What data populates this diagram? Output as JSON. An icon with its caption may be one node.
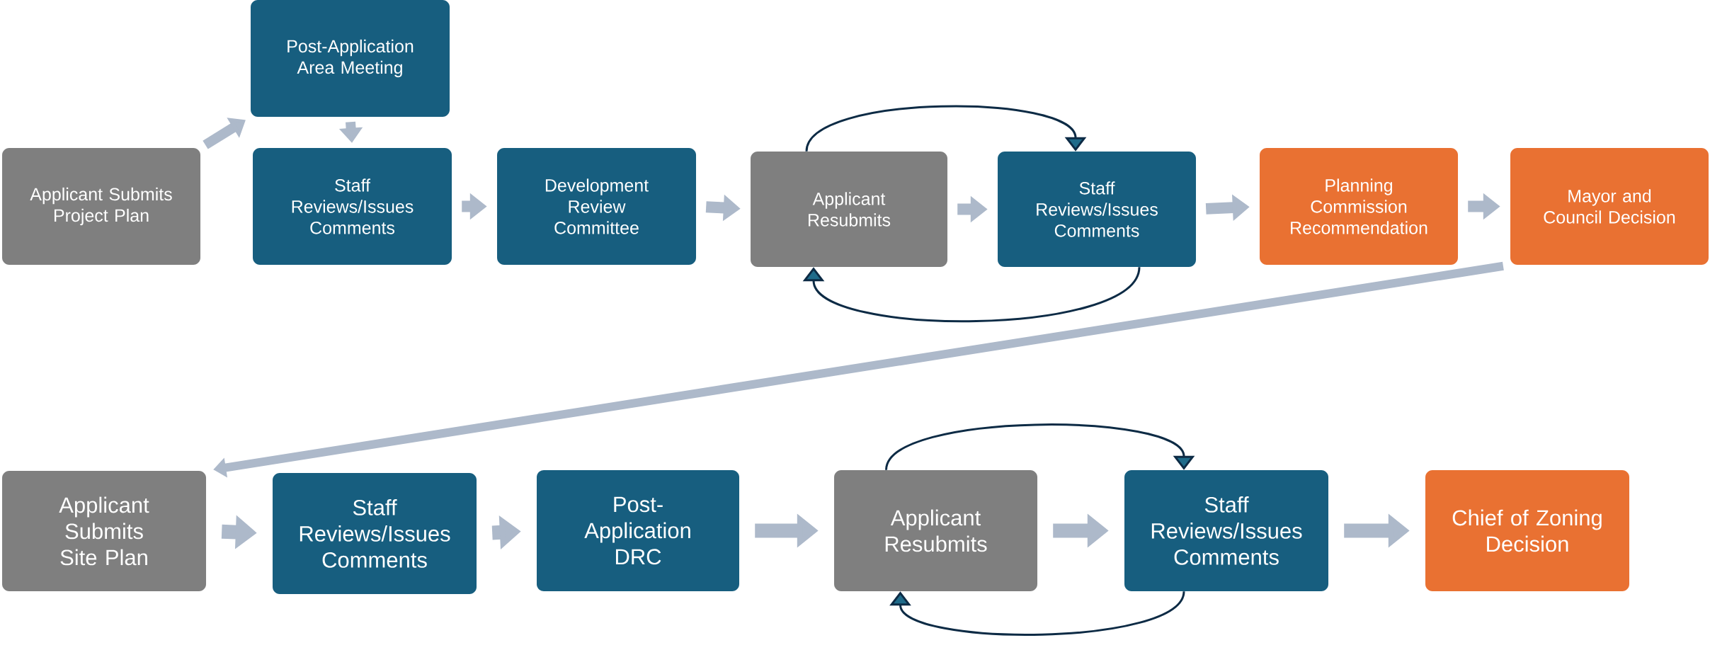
{
  "diagram": {
    "nodes": [
      {
        "text": [
          "Applicant Submits Project Plan"
        ]
      },
      {
        "text": [
          "Post-Application Area Meeting"
        ]
      },
      {
        "text": [
          "Staff Reviews/Issues Comments"
        ]
      },
      {
        "text": [
          "Development Review Committee"
        ]
      },
      {
        "text": [
          "Applicant Resubmits"
        ]
      },
      {
        "text": [
          "Staff Reviews/Issues Comments"
        ]
      },
      {
        "text": [
          "Planning Commission Recommendation"
        ]
      },
      {
        "text": [
          "Mayor and Council Decision"
        ]
      },
      {
        "text": [
          "Applicant Submits Site Plan"
        ]
      },
      {
        "text": [
          "Staff Reviews/Issues Comments"
        ]
      },
      {
        "text": [
          "Post-Application DRC"
        ]
      },
      {
        "text": [
          "Applicant Resubmits"
        ]
      },
      {
        "text": [
          "Staff Reviews/Issues Comments"
        ]
      },
      {
        "text": [
          "Chief of Zoning Decision"
        ]
      }
    ],
    "edges": [
      {
        "from": 0,
        "to": 1,
        "arrow": "to"
      },
      {
        "from": 1,
        "to": 2,
        "arrow": "to"
      },
      {
        "from": 2,
        "to": 3,
        "arrow": "to"
      },
      {
        "from": 3,
        "to": 4,
        "arrow": "to"
      },
      {
        "from": 4,
        "to": 5,
        "arrow": "to"
      },
      {
        "from": 4,
        "to": 5,
        "arrow": "to",
        "color": "#0d2b45"
      },
      {
        "from": 5,
        "to": 4,
        "arrow": "to",
        "color": "#0d2b45"
      },
      {
        "from": 5,
        "to": 6,
        "arrow": "to"
      },
      {
        "from": 6,
        "to": 7,
        "arrow": "to"
      },
      {
        "from": 7,
        "to": 8,
        "arrow": "to"
      },
      {
        "from": 8,
        "to": 9,
        "arrow": "to"
      },
      {
        "from": 9,
        "to": 10,
        "arrow": "to"
      },
      {
        "from": 10,
        "to": 11,
        "arrow": "to"
      },
      {
        "from": 11,
        "to": 12,
        "arrow": "to"
      },
      {
        "from": 11,
        "to": 12,
        "arrow": "to",
        "color": "#0d2b45"
      },
      {
        "from": 12,
        "to": 11,
        "arrow": "to",
        "color": "#0d2b45"
      },
      {
        "from": 12,
        "to": 13,
        "arrow": "to"
      }
    ]
  }
}
